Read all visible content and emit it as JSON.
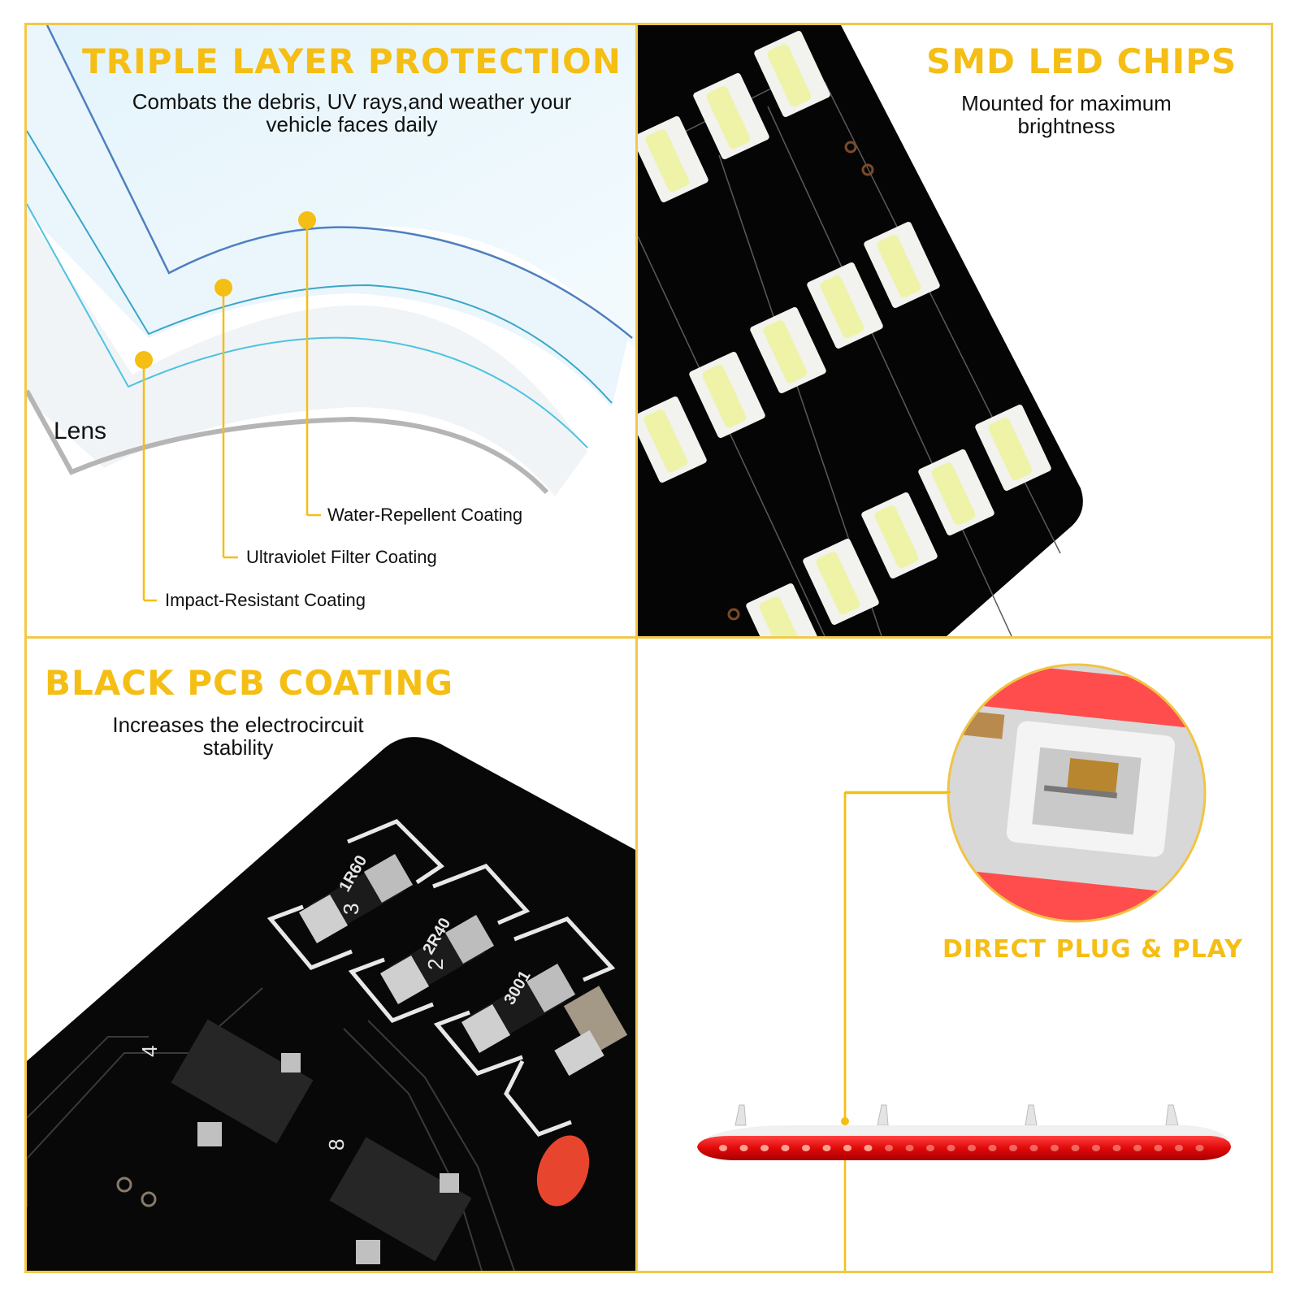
{
  "accent_color": "#f5be14",
  "border_color": "#f2c84b",
  "panels": {
    "triple_layer": {
      "title": "TRIPLE LAYER PROTECTION",
      "subtitle_line1": "Combats the debris, UV rays,and weather your",
      "subtitle_line2": "vehicle faces daily",
      "lens_label": "Lens",
      "callouts": [
        "Water-Repellent Coating",
        "Ultraviolet Filter Coating",
        "Impact-Resistant Coating"
      ]
    },
    "smd_led": {
      "title": "SMD LED CHIPS",
      "subtitle_line1": "Mounted for maximum",
      "subtitle_line2": "brightness"
    },
    "black_pcb": {
      "title": "BLACK PCB COATING",
      "subtitle_line1": "Increases the electrocircuit",
      "subtitle_line2": "stability",
      "component_labels": [
        "1R60",
        "2R40",
        "3001"
      ],
      "silkscreen_marks": [
        "3",
        "2",
        "4",
        "8"
      ]
    },
    "plug_play": {
      "title": "DIRECT PLUG & PLAY"
    }
  }
}
